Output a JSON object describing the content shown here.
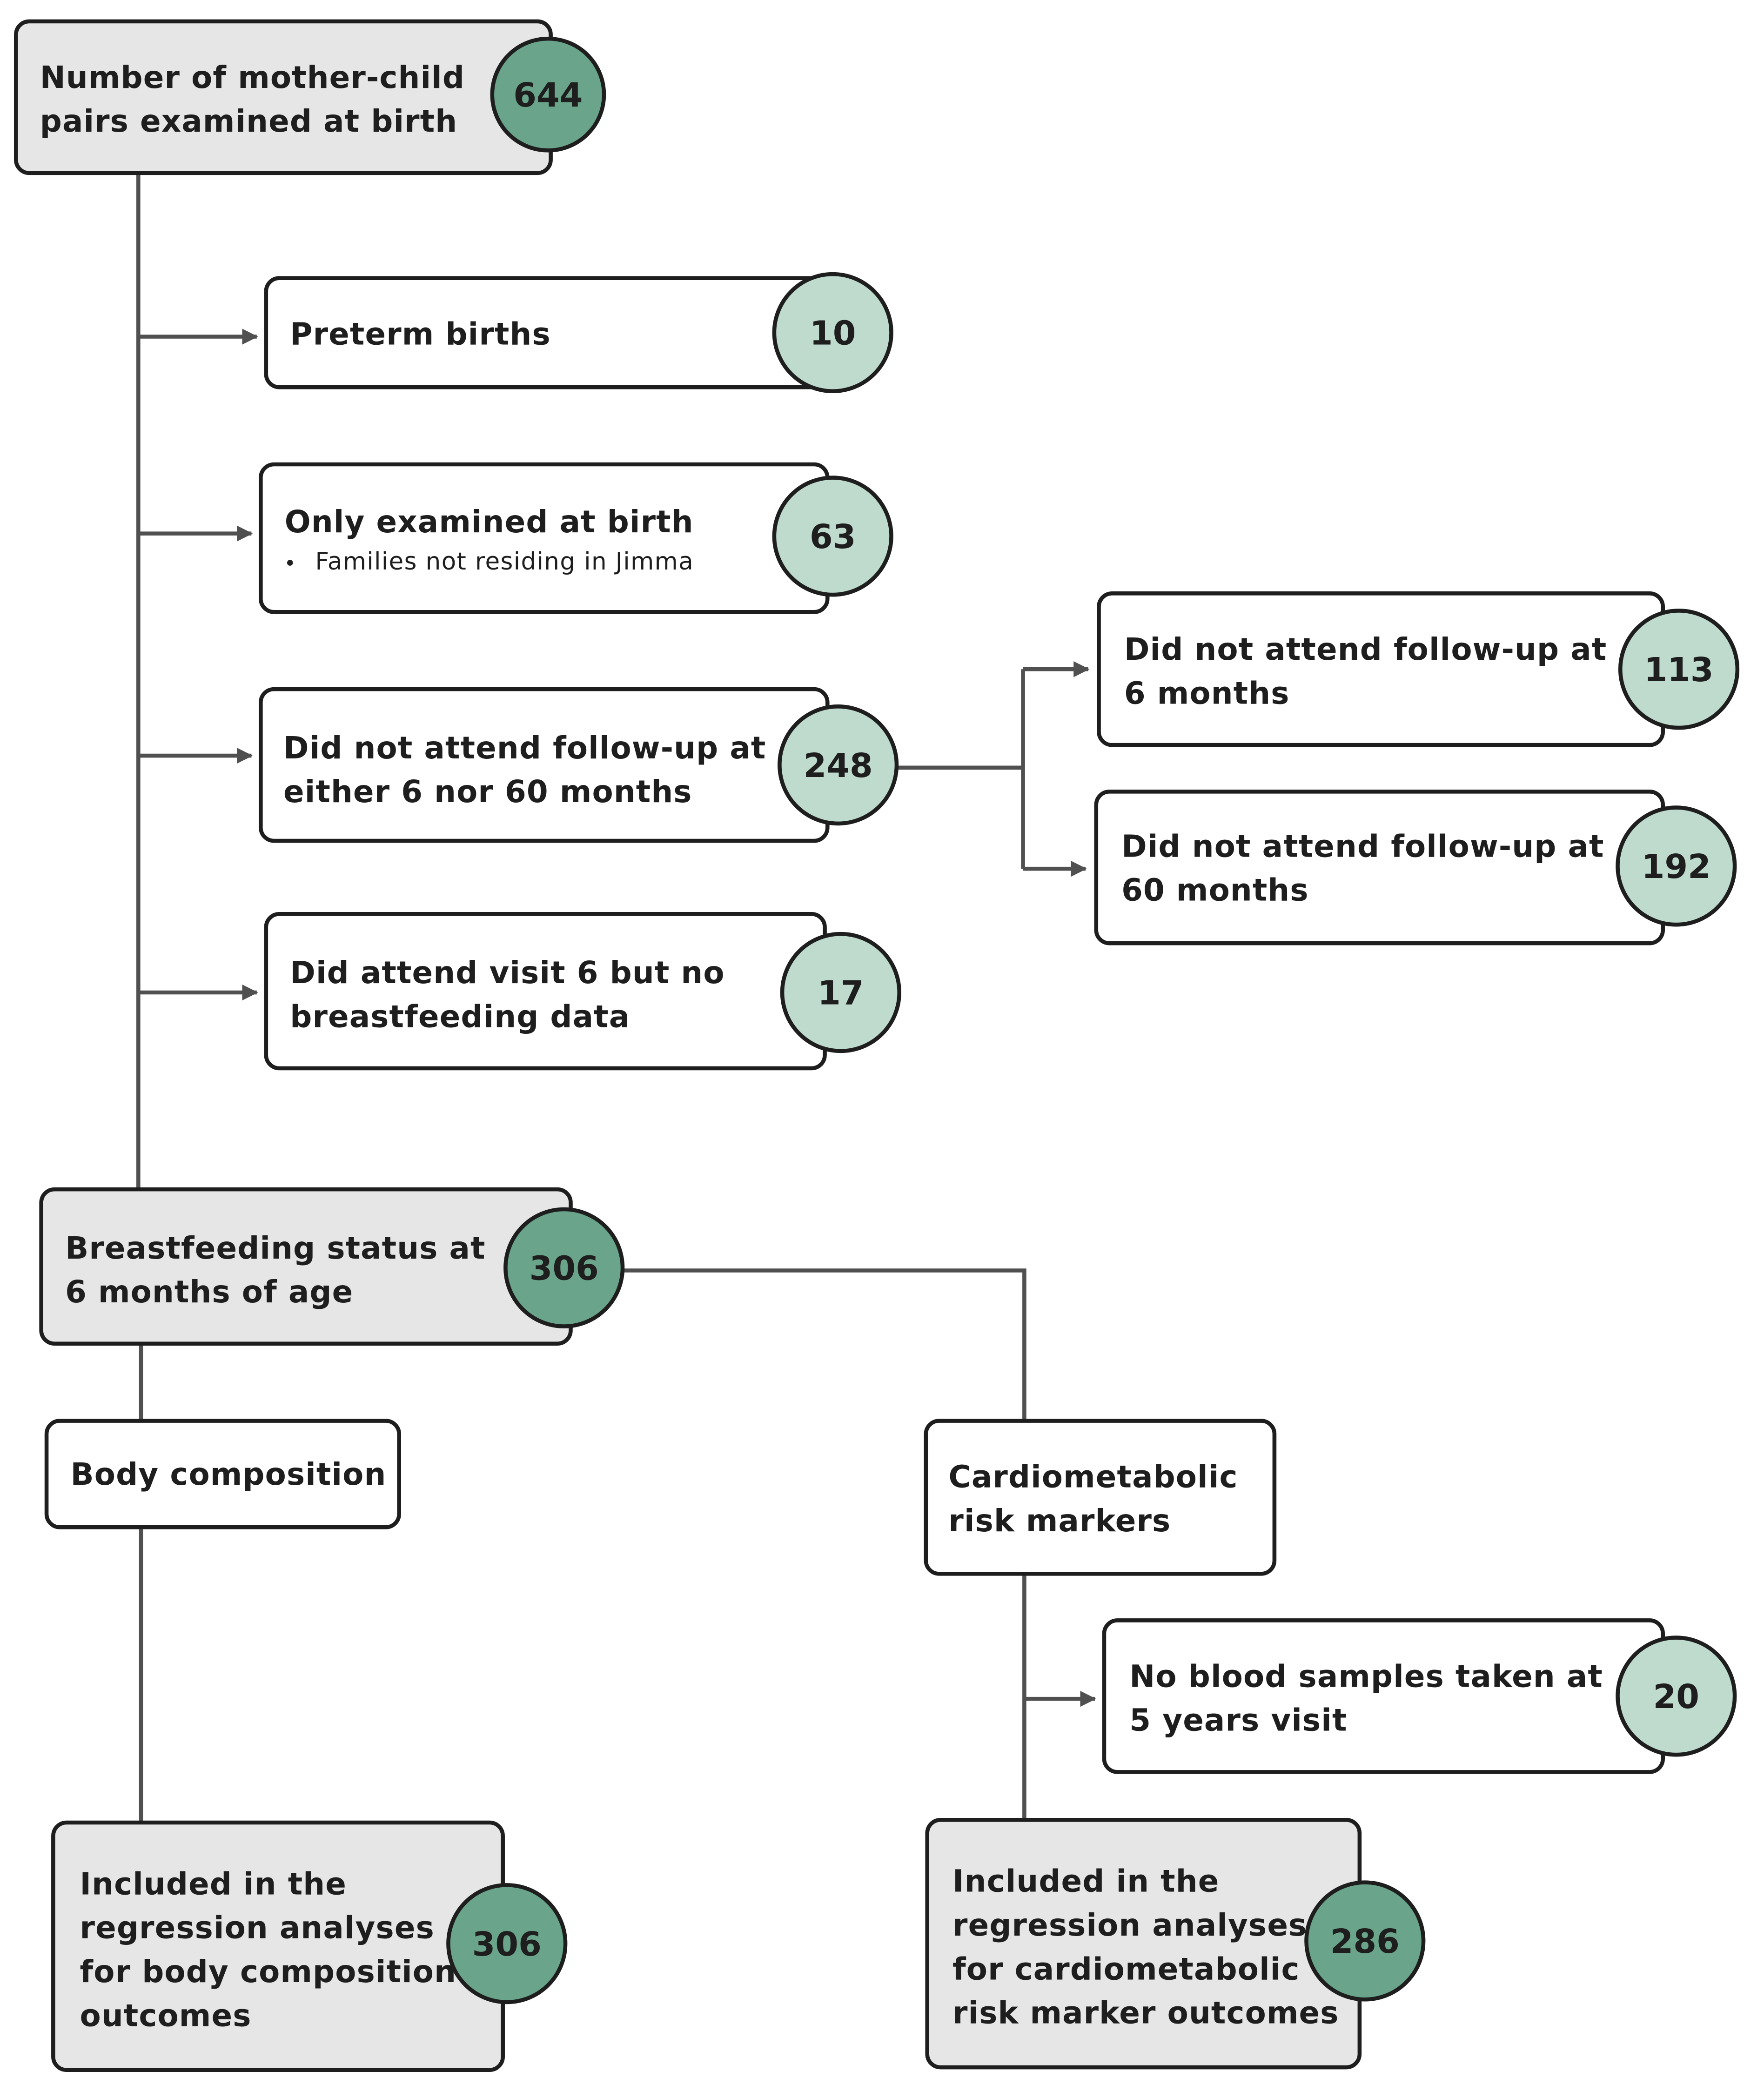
{
  "colors": {
    "box_grey": "#e6e6e6",
    "box_white": "#ffffff",
    "circle_dark": "#6aa58b",
    "circle_light": "#bedbce",
    "line": "#505050",
    "border": "#1e1e1e"
  },
  "nodes": {
    "examined_at_birth": {
      "lines": [
        "Number of mother-child",
        "pairs examined at birth"
      ],
      "count": "644"
    },
    "preterm": {
      "lines": [
        "Preterm births"
      ],
      "count": "10"
    },
    "only_birth": {
      "lines": [
        "Only examined at birth"
      ],
      "bullet": "Families not residing in Jimma",
      "count": "63"
    },
    "no_followup_either": {
      "lines": [
        "Did not attend follow-up at",
        "either 6 nor 60 months"
      ],
      "count": "248"
    },
    "no_followup_6m": {
      "lines": [
        "Did not attend follow-up at",
        "6 months"
      ],
      "count": "113"
    },
    "no_followup_60m": {
      "lines": [
        "Did not attend follow-up at",
        "60 months"
      ],
      "count": "192"
    },
    "no_bf_data": {
      "lines": [
        "Did attend visit 6 but no",
        "breastfeeding data"
      ],
      "count": "17"
    },
    "bf_status": {
      "lines": [
        "Breastfeeding status at",
        "6 months of age"
      ],
      "count": "306"
    },
    "body_comp": {
      "lines": [
        "Body composition"
      ]
    },
    "cardio": {
      "lines": [
        "Cardiometabolic",
        "risk markers"
      ]
    },
    "no_blood": {
      "lines": [
        "No blood samples taken at",
        "5 years visit"
      ],
      "count": "20"
    },
    "incl_body": {
      "lines": [
        "Included in the",
        "regression analyses",
        "for body composition",
        "outcomes"
      ],
      "count": "306"
    },
    "incl_cardio": {
      "lines": [
        "Included in the",
        "regression analyses",
        "for cardiometabolic",
        "risk marker outcomes"
      ],
      "count": "286"
    }
  }
}
